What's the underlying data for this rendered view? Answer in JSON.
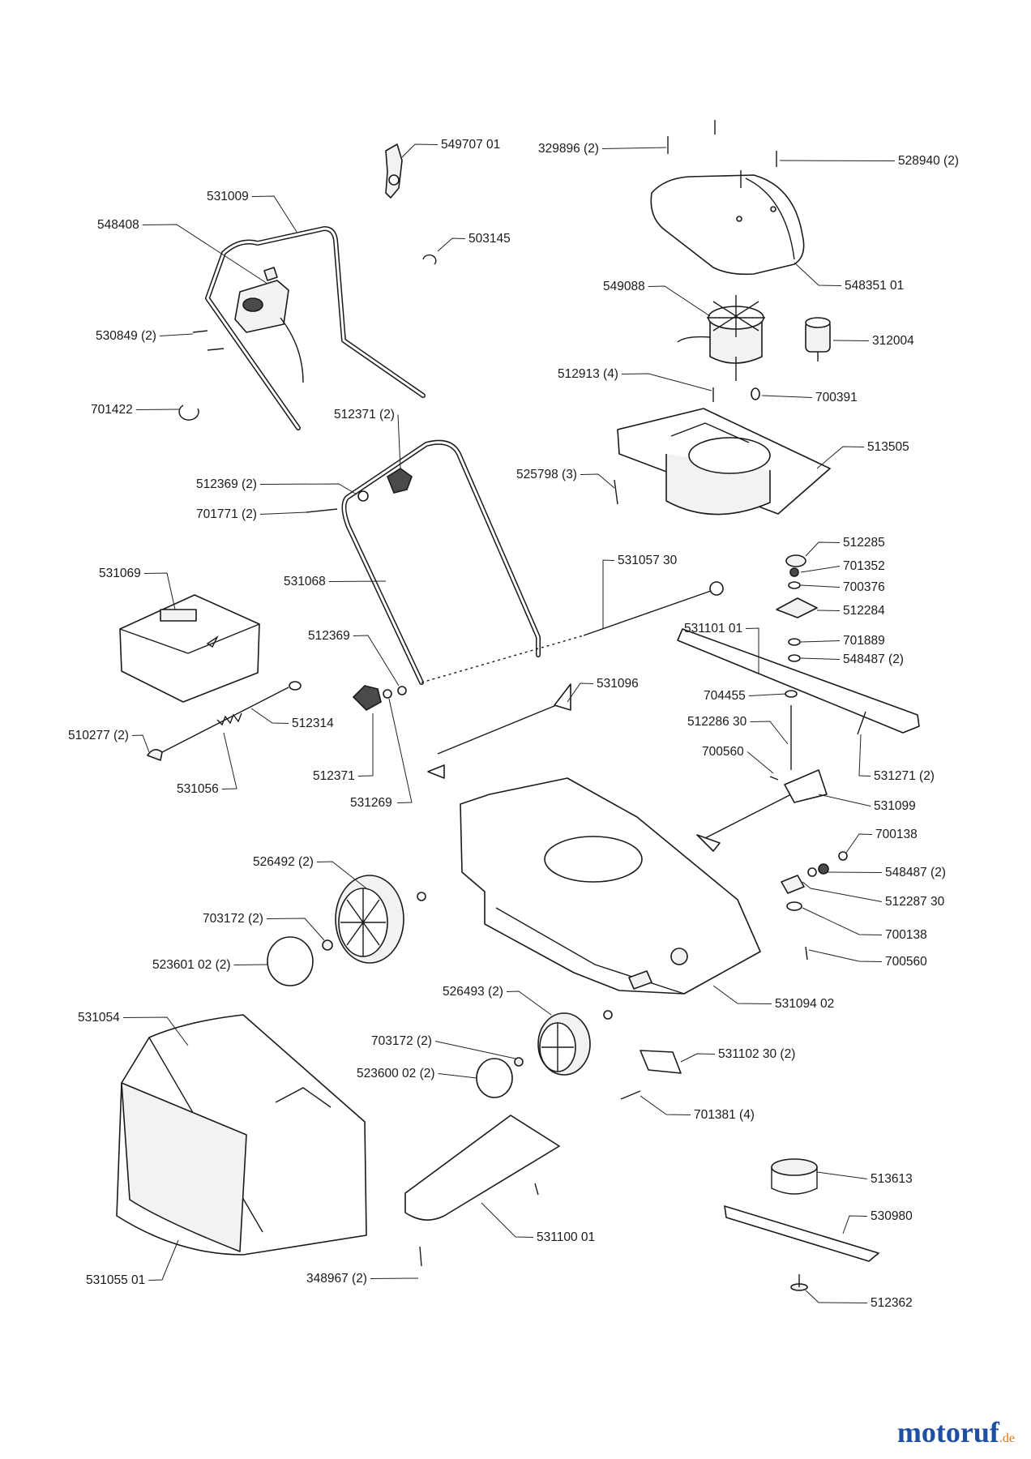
{
  "diagram": {
    "parts": [
      {
        "key": "p549707",
        "label": "549707 01"
      },
      {
        "key": "p329896",
        "label": "329896 (2)"
      },
      {
        "key": "p528940",
        "label": "528940 (2)"
      },
      {
        "key": "p531009",
        "label": "531009"
      },
      {
        "key": "p548408",
        "label": "548408"
      },
      {
        "key": "p503145",
        "label": "503145"
      },
      {
        "key": "p548351",
        "label": "548351 01"
      },
      {
        "key": "p549088",
        "label": "549088"
      },
      {
        "key": "p530849",
        "label": "530849 (2)"
      },
      {
        "key": "p312004",
        "label": "312004"
      },
      {
        "key": "p512913",
        "label": "512913 (4)"
      },
      {
        "key": "p700391",
        "label": "700391"
      },
      {
        "key": "p701422",
        "label": "701422"
      },
      {
        "key": "p512371a",
        "label": "512371 (2)"
      },
      {
        "key": "p513505",
        "label": "513505"
      },
      {
        "key": "p525798",
        "label": "525798 (3)"
      },
      {
        "key": "p512369a",
        "label": "512369 (2)"
      },
      {
        "key": "p701771",
        "label": "701771 (2)"
      },
      {
        "key": "p512285",
        "label": "512285"
      },
      {
        "key": "p531057",
        "label": "531057 30"
      },
      {
        "key": "p531069",
        "label": "531069"
      },
      {
        "key": "p701352",
        "label": "701352"
      },
      {
        "key": "p531068",
        "label": "531068"
      },
      {
        "key": "p700376",
        "label": "700376"
      },
      {
        "key": "p512284",
        "label": "512284"
      },
      {
        "key": "p531101",
        "label": "531101 01"
      },
      {
        "key": "p512369b",
        "label": "512369"
      },
      {
        "key": "p701889",
        "label": "701889"
      },
      {
        "key": "p548487a",
        "label": "548487 (2)"
      },
      {
        "key": "p531096",
        "label": "531096"
      },
      {
        "key": "p704455",
        "label": "704455"
      },
      {
        "key": "p512314",
        "label": "512314"
      },
      {
        "key": "p512286",
        "label": "512286 30"
      },
      {
        "key": "p510277",
        "label": "510277 (2)"
      },
      {
        "key": "p700560a",
        "label": "700560"
      },
      {
        "key": "p531271",
        "label": "531271 (2)"
      },
      {
        "key": "p512371b",
        "label": "512371"
      },
      {
        "key": "p531056",
        "label": "531056"
      },
      {
        "key": "p531269",
        "label": "531269"
      },
      {
        "key": "p531099",
        "label": "531099"
      },
      {
        "key": "p700138a",
        "label": "700138"
      },
      {
        "key": "p526492",
        "label": "526492 (2)"
      },
      {
        "key": "p548487b",
        "label": "548487 (2)"
      },
      {
        "key": "p512287",
        "label": "512287 30"
      },
      {
        "key": "p703172a",
        "label": "703172 (2)"
      },
      {
        "key": "p700138b",
        "label": "700138"
      },
      {
        "key": "p523601",
        "label": "523601 02 (2)"
      },
      {
        "key": "p700560b",
        "label": "700560"
      },
      {
        "key": "p526493",
        "label": "526493 (2)"
      },
      {
        "key": "p531094",
        "label": "531094 02"
      },
      {
        "key": "p531054",
        "label": "531054"
      },
      {
        "key": "p703172b",
        "label": "703172 (2)"
      },
      {
        "key": "p531102",
        "label": "531102 30 (2)"
      },
      {
        "key": "p523600",
        "label": "523600 02 (2)"
      },
      {
        "key": "p701381",
        "label": "701381 (4)"
      },
      {
        "key": "p513613",
        "label": "513613"
      },
      {
        "key": "p530980",
        "label": "530980"
      },
      {
        "key": "p531100",
        "label": "531100 01"
      },
      {
        "key": "p531055",
        "label": "531055 01"
      },
      {
        "key": "p348967",
        "label": "348967 (2)"
      },
      {
        "key": "p512362",
        "label": "512362"
      }
    ]
  },
  "watermark": {
    "brand": "motoruf",
    "tld": ".de",
    "color": "#1f4fa3",
    "tld_color": "#e07a10"
  }
}
